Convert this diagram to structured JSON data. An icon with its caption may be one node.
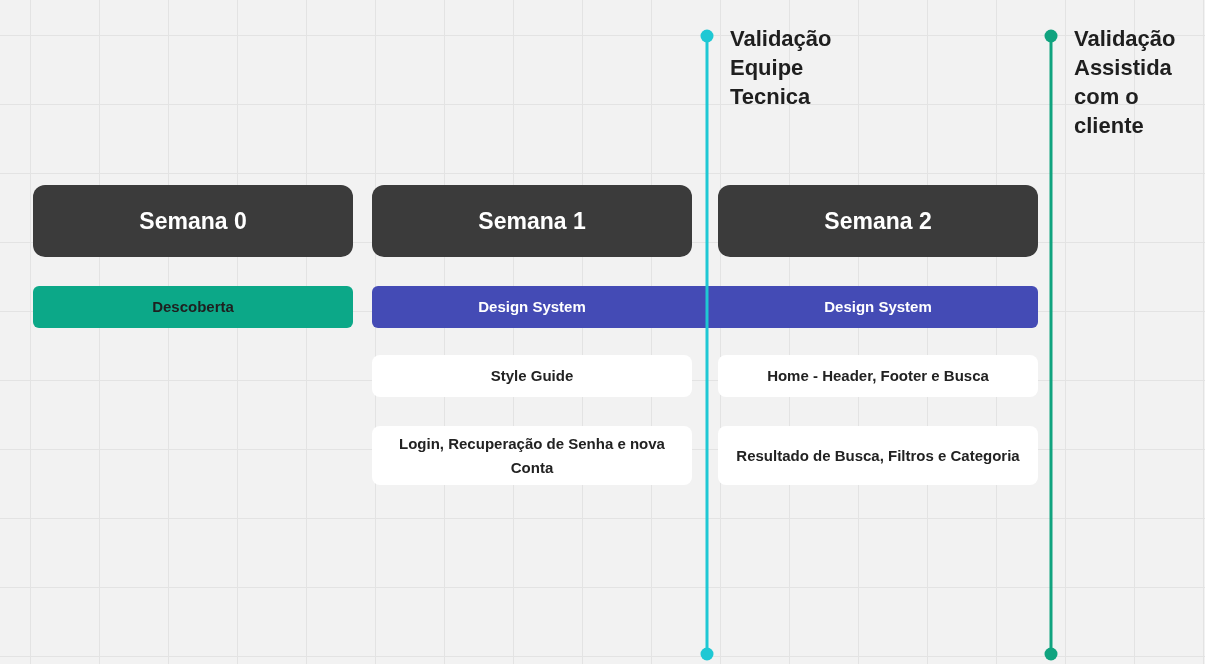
{
  "diagram": {
    "nodes": [
      {
        "text": [
          "Semana 0"
        ]
      },
      {
        "text": [
          "Semana 1"
        ]
      },
      {
        "text": [
          "Semana 2"
        ]
      },
      {
        "text": [
          "Descoberta"
        ]
      },
      {
        "text": [
          "Design System",
          "Design System"
        ]
      },
      {
        "text": [
          "Style Guide"
        ]
      },
      {
        "text": [
          "Home - Header, Footer e Busca"
        ]
      },
      {
        "text": [
          "Login, Recuperação de Senha e nova Conta"
        ]
      },
      {
        "text": [
          "Resultado de Busca, Filtros e Categoria"
        ]
      }
    ],
    "edges": [],
    "labels": [
      "Validação Equipe Tecnica",
      "Validação Assistida com o cliente"
    ]
  }
}
